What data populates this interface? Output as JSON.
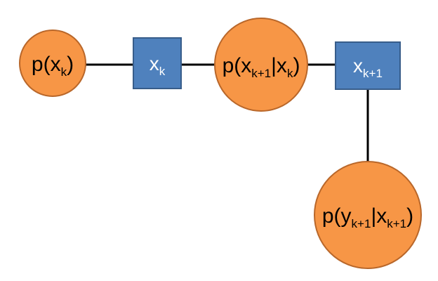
{
  "colors": {
    "factor_fill": "#F79646",
    "factor_stroke": "#B9672A",
    "variable_fill": "#4F81BD",
    "variable_stroke": "#385D8A",
    "edge": "#000000"
  },
  "nodes": {
    "prior": {
      "text": "p(x",
      "sub": "k",
      "text_end": ")"
    },
    "xk": {
      "text": "x",
      "sub": "k"
    },
    "transition": {
      "text_a": "p(x",
      "sub_a": "k+1",
      "text_b": "|x",
      "sub_b": "k",
      "text_end": ")"
    },
    "xk1": {
      "text": "x",
      "sub": "k+1"
    },
    "likelihood": {
      "text_a": "p(y",
      "sub_a": "k+1",
      "text_b": "|x",
      "sub_b": "k+1",
      "text_end": ")"
    }
  }
}
